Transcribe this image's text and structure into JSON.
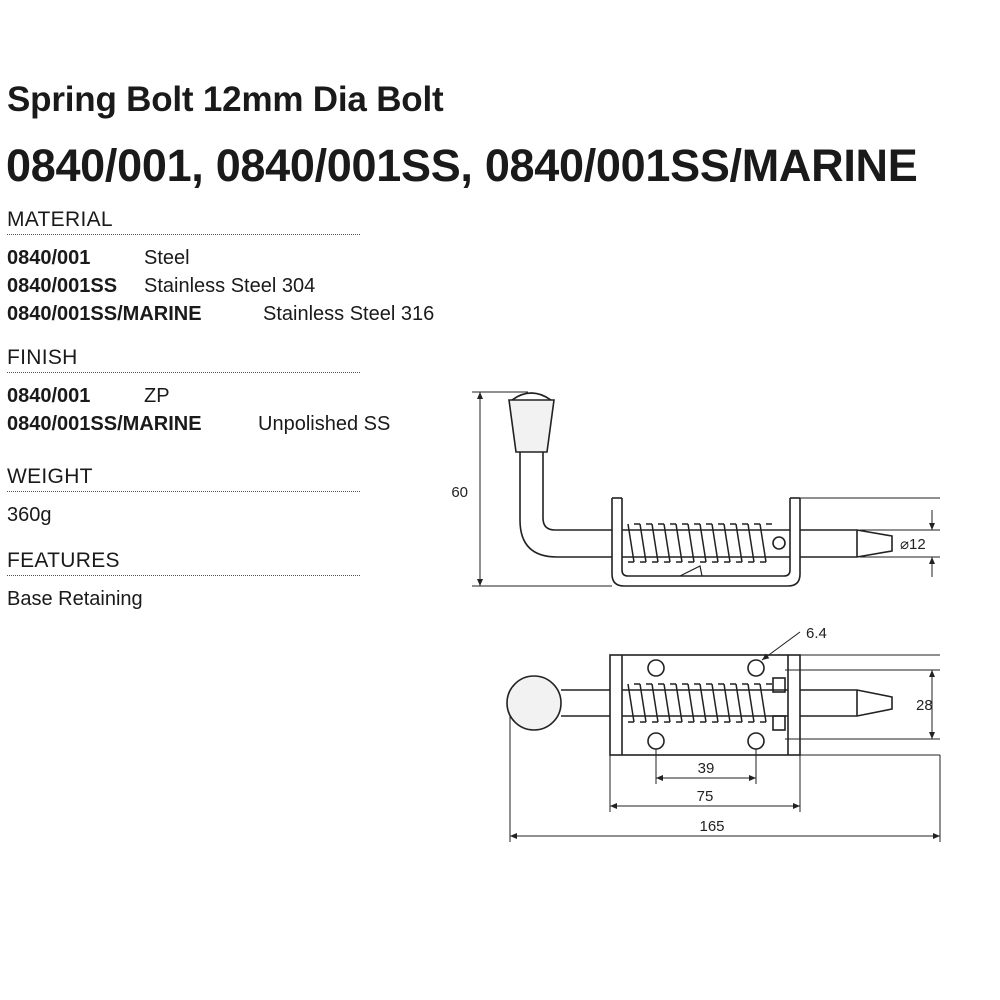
{
  "header": {
    "title": "Spring Bolt 12mm Dia Bolt",
    "subtitle": "0840/001, 0840/001SS, 0840/001SS/MARINE"
  },
  "material": {
    "heading": "MATERIAL",
    "rows": [
      {
        "code": "0840/001",
        "value": "Steel"
      },
      {
        "code": "0840/001SS",
        "value": "Stainless Steel 304"
      },
      {
        "code": "0840/001SS/MARINE",
        "value": "Stainless Steel 316"
      }
    ]
  },
  "finish": {
    "heading": "FINISH",
    "rows": [
      {
        "code": "0840/001",
        "value": "ZP"
      },
      {
        "code": "0840/001SS/MARINE",
        "value": "Unpolished SS"
      }
    ]
  },
  "weight": {
    "heading": "WEIGHT",
    "value": "360g"
  },
  "features": {
    "heading": "FEATURES",
    "value": "Base Retaining"
  },
  "drawing": {
    "side_view": {
      "height": "60",
      "diameter": "⌀12"
    },
    "top_view": {
      "hole_size": "6.4",
      "width": "28",
      "hole_spacing": "39",
      "plate_length": "75",
      "overall_length": "165"
    }
  }
}
